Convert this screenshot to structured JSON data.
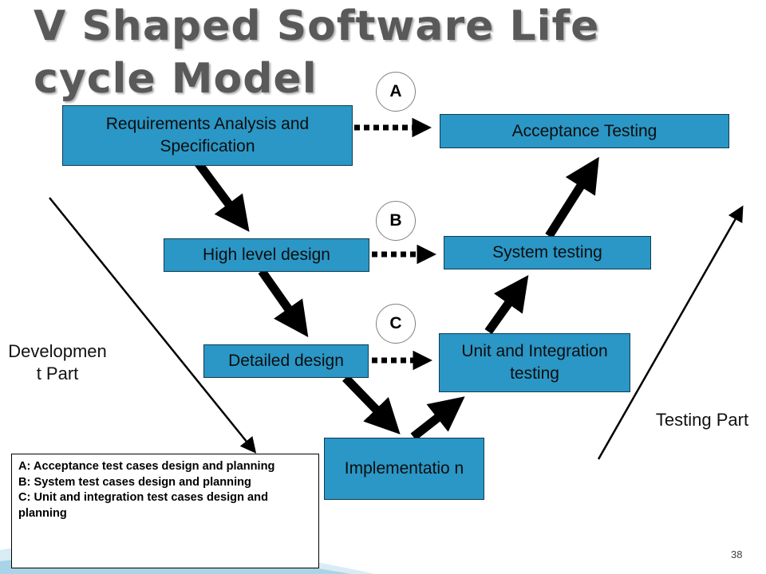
{
  "slide": {
    "title": "V Shaped Software Life cycle Model",
    "page_number": "38"
  },
  "diagram": {
    "boxes": {
      "requirements": "Requirements Analysis and Specification",
      "high_level_design": "High level design",
      "detailed_design": "Detailed design",
      "implementation": "Implementatio n",
      "unit_integration_testing": "Unit and Integration testing",
      "system_testing": "System testing",
      "acceptance_testing": "Acceptance Testing"
    },
    "markers": {
      "a": "A",
      "b": "B",
      "c": "C"
    },
    "side_labels": {
      "development": "Developmen t Part",
      "testing": "Testing Part"
    },
    "legend": [
      "A: Acceptance test cases design and planning",
      "B: System test cases design and planning",
      "C: Unit and integration test cases design and planning"
    ],
    "colors": {
      "box_fill": "#2a97c6",
      "arrow": "#000000",
      "title": "#595959"
    }
  }
}
